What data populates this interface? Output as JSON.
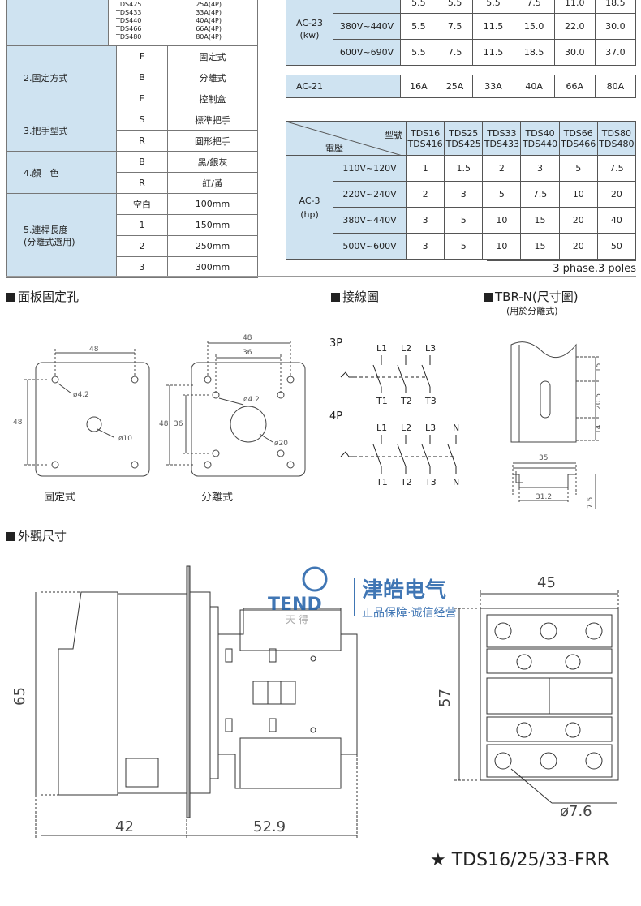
{
  "models_top": [
    {
      "model": "TDS425",
      "rating": "25A(4P)"
    },
    {
      "model": "TDS433",
      "rating": "33A(4P)"
    },
    {
      "model": "TDS440",
      "rating": "40A(4P)"
    },
    {
      "model": "TDS466",
      "rating": "66A(4P)"
    },
    {
      "model": "TDS480",
      "rating": "80A(4P)"
    }
  ],
  "options": [
    {
      "category": "2.固定方式",
      "rows": [
        {
          "code": "F",
          "desc": "固定式"
        },
        {
          "code": "B",
          "desc": "分離式"
        },
        {
          "code": "E",
          "desc": "控制盒"
        }
      ]
    },
    {
      "category": "3.把手型式",
      "rows": [
        {
          "code": "S",
          "desc": "標準把手"
        },
        {
          "code": "R",
          "desc": "圓形把手"
        }
      ]
    },
    {
      "category": "4.顏　色",
      "rows": [
        {
          "code": "B",
          "desc": "黑/銀灰"
        },
        {
          "code": "R",
          "desc": "紅/黃"
        }
      ]
    },
    {
      "category": "5.連桿長度\n(分離式選用)",
      "rows": [
        {
          "code": "空白",
          "desc": "100mm"
        },
        {
          "code": "1",
          "desc": "150mm"
        },
        {
          "code": "2",
          "desc": "250mm"
        },
        {
          "code": "3",
          "desc": "300mm"
        }
      ]
    }
  ],
  "ac23": {
    "label": "AC-23\n(kw)",
    "rows": [
      {
        "voltage": "",
        "values": [
          "5.5",
          "5.5",
          "5.5",
          "7.5",
          "11.0",
          "18.5"
        ]
      },
      {
        "voltage": "380V~440V",
        "values": [
          "5.5",
          "7.5",
          "11.5",
          "15.0",
          "22.0",
          "30.0"
        ]
      },
      {
        "voltage": "600V~690V",
        "values": [
          "5.5",
          "7.5",
          "11.5",
          "18.5",
          "30.0",
          "37.0"
        ]
      }
    ]
  },
  "ac21": {
    "label": "AC-21",
    "values": [
      "16A",
      "25A",
      "33A",
      "40A",
      "66A",
      "80A"
    ]
  },
  "ac3": {
    "header_model": "型號",
    "header_voltage": "電壓",
    "models": [
      "TDS16\nTDS416",
      "TDS25\nTDS425",
      "TDS33\nTDS433",
      "TDS40\nTDS440",
      "TDS66\nTDS466",
      "TDS80\nTDS480"
    ],
    "label": "AC-3\n(hp)",
    "rows": [
      {
        "voltage": "110V~120V",
        "values": [
          "1",
          "1.5",
          "2",
          "3",
          "5",
          "7.5"
        ]
      },
      {
        "voltage": "220V~240V",
        "values": [
          "2",
          "3",
          "5",
          "7.5",
          "10",
          "20"
        ]
      },
      {
        "voltage": "380V~440V",
        "values": [
          "3",
          "5",
          "10",
          "15",
          "20",
          "40"
        ]
      },
      {
        "voltage": "500V~600V",
        "values": [
          "3",
          "5",
          "10",
          "15",
          "20",
          "50"
        ]
      }
    ],
    "note": "3 phase.3 poles"
  },
  "sections": {
    "panel_holes": "面板固定孔",
    "wiring": "接線圖",
    "tbr_title": "TBR-N(尺寸圖)",
    "tbr_sub": "(用於分離式)",
    "appearance": "外觀尺寸"
  },
  "panel": {
    "fixed_label": "固定式",
    "split_label": "分離式",
    "dim_48": "48",
    "dim_36": "36",
    "hole_small": "ø4.2",
    "hole_fixed": "ø10",
    "hole_split": "ø20"
  },
  "wiring": {
    "p3": "3P",
    "p4": "4P",
    "top3": [
      "L1",
      "L2",
      "L3"
    ],
    "bot3": [
      "T1",
      "T2",
      "T3"
    ],
    "top4": [
      "L1",
      "L2",
      "L3",
      "N"
    ],
    "bot4": [
      "T1",
      "T2",
      "T3",
      "N"
    ]
  },
  "tbr": {
    "d15": "15",
    "d205": "20.5",
    "d14": "14",
    "d35": "35",
    "d312": "31.2",
    "d75": "7.5"
  },
  "appearance": {
    "d65": "65",
    "d42": "42",
    "d529": "52.9",
    "d45": "45",
    "d57": "57",
    "d76": "ø7.6"
  },
  "watermark": {
    "brand": "TEND",
    "cn": "津皓电气",
    "slogan": "正品保障·诚信经营",
    "sub": "天 得"
  },
  "footer": "TDS16/25/33-FRR"
}
